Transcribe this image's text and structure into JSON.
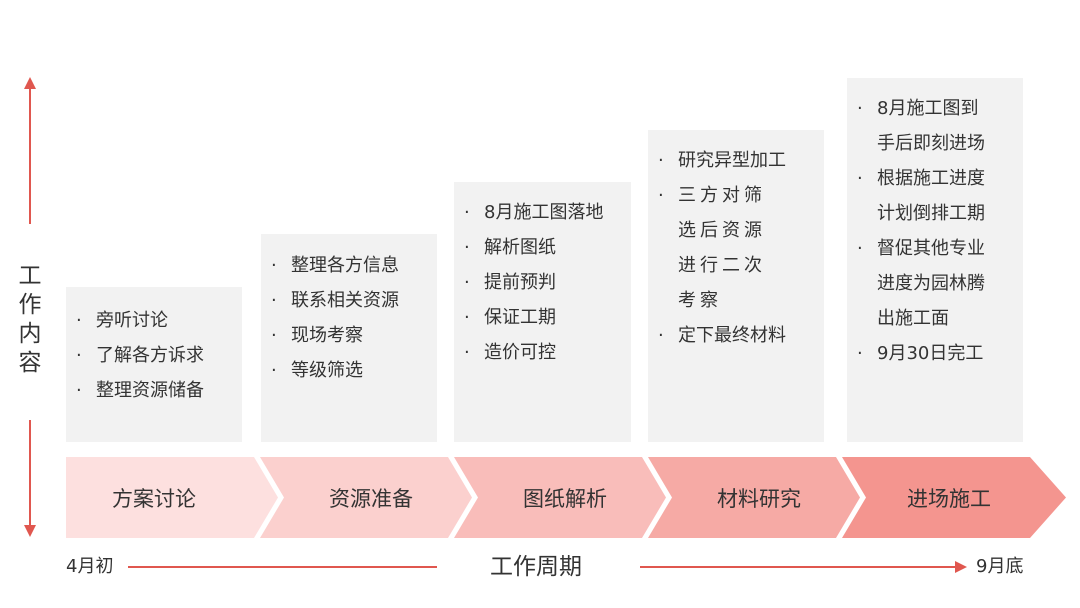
{
  "axis": {
    "vertical_label": "工作内容"
  },
  "timeline": {
    "start": "4月初",
    "title": "工作周期",
    "end": "9月底"
  },
  "colors": {
    "accent": "#e0574f",
    "box_bg": "#f2f2f2",
    "step_colors": [
      "#fde0df",
      "#fbd0ce",
      "#f9bdba",
      "#f6aaa5",
      "#f4958f"
    ]
  },
  "stages": [
    {
      "name": "方案讨论",
      "items": [
        "旁听讨论",
        "了解各方诉求",
        "整理资源储备"
      ]
    },
    {
      "name": "资源准备",
      "items": [
        "整理各方信息",
        "联系相关资源",
        "现场考察",
        "等级筛选"
      ]
    },
    {
      "name": "图纸解析",
      "items": [
        "8月施工图落地",
        "解析图纸",
        "提前预判",
        "保证工期",
        "造价可控"
      ]
    },
    {
      "name": "材料研究",
      "items": [
        "研究异型加工",
        "三方对筛选后资源进行二次考察",
        "定下最终材料"
      ]
    },
    {
      "name": "进场施工",
      "items": [
        "8月施工图到手后即刻进场",
        "根据施工进度计划倒排工期",
        "督促其他专业进度为园林腾出施工面",
        "9月30日完工"
      ]
    }
  ]
}
